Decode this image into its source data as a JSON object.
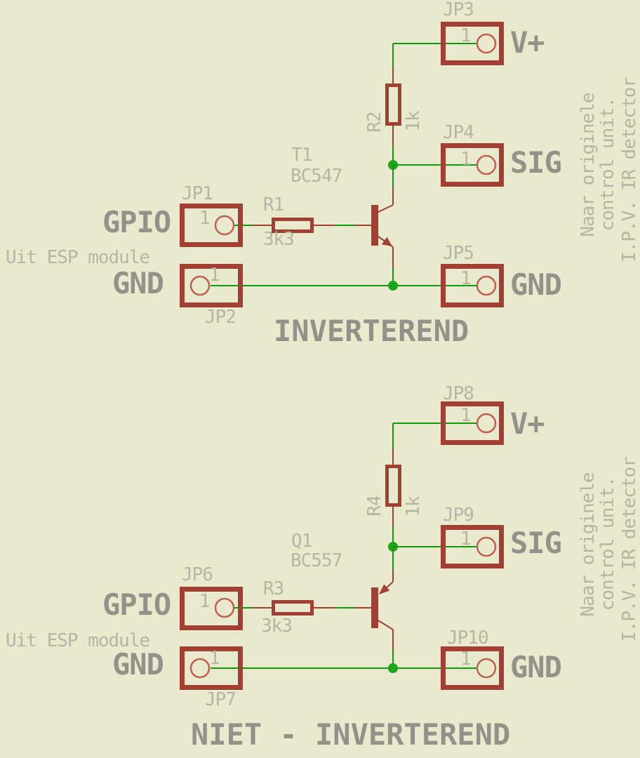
{
  "colors": {
    "background": "#E9E9CD",
    "component_red": "#A23F33",
    "pad_red": "#BE6054",
    "wire_green": "#0F9B0F",
    "junction_green": "#1CA41C",
    "label_gray": "#92928A",
    "annotation_gray": "#B5B5A6"
  },
  "top_circuit": {
    "title": "INVERTEREND",
    "transistor": {
      "ref": "T1",
      "value": "BC547"
    },
    "resistor_base": {
      "ref": "R1",
      "value": "3k3"
    },
    "resistor_top": {
      "ref": "R2",
      "value": "1k"
    },
    "connectors": {
      "vplus": {
        "ref": "JP3",
        "pin": "1",
        "label": "V+"
      },
      "sig": {
        "ref": "JP4",
        "pin": "1",
        "label": "SIG"
      },
      "gnd_right": {
        "ref": "JP5",
        "pin": "1",
        "label": "GND"
      },
      "gpio": {
        "ref": "JP1",
        "pin": "1",
        "label": "GPIO"
      },
      "gnd_left": {
        "ref": "JP2",
        "pin": "1",
        "label": "GND"
      }
    },
    "left_note": "Uit ESP module",
    "right_note": {
      "line1": "Naar originele",
      "line2": "control unit.",
      "line3": "I.P.V. IR detector"
    }
  },
  "bottom_circuit": {
    "title": "NIET - INVERTEREND",
    "transistor": {
      "ref": "Q1",
      "value": "BC557"
    },
    "resistor_base": {
      "ref": "R3",
      "value": "3k3"
    },
    "resistor_top": {
      "ref": "R4",
      "value": "1k"
    },
    "connectors": {
      "vplus": {
        "ref": "JP8",
        "pin": "1",
        "label": "V+"
      },
      "sig": {
        "ref": "JP9",
        "pin": "1",
        "label": "SIG"
      },
      "gnd_right": {
        "ref": "JP10",
        "pin": "1",
        "label": "GND"
      },
      "gpio": {
        "ref": "JP6",
        "pin": "1",
        "label": "GPIO"
      },
      "gnd_left": {
        "ref": "JP7",
        "pin": "1",
        "label": "GND"
      }
    },
    "left_note": "Uit ESP module",
    "right_note": {
      "line1": "Naar originele",
      "line2": "control unit.",
      "line3": "I.P.V. IR detector"
    }
  }
}
